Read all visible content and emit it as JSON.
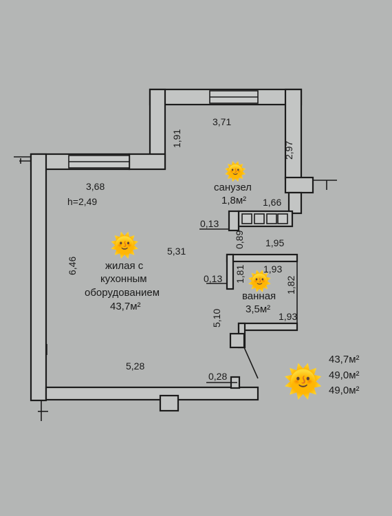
{
  "plan": {
    "dimensions": {
      "top_width": "3,71",
      "left_notch_h": "1,91",
      "right_upper_h": "2,97",
      "living_width_top": "3,68",
      "ceiling_height": "h=2,49",
      "bath_width_top": "1,66",
      "wall_013_a": "0,13",
      "wall_089": "0,89",
      "living_depth_mid": "5,31",
      "living_height": "6,46",
      "bath_width_mid": "1,95",
      "bath_width_193_top": "1,93",
      "wall_013_b": "0,13",
      "bath_h_181": "1,81",
      "bath_h_182": "1,82",
      "bath_width_193_bottom": "1,93",
      "corridor_510": "5,10",
      "living_width_bottom": "5,28",
      "wall_028": "0,28"
    },
    "rooms": {
      "toilet": {
        "name": "санузел",
        "area": "1,8м²"
      },
      "living": {
        "name_line1": "жилая с",
        "name_line2": "кухонным",
        "name_line3": "оборудованием",
        "area": "43,7м²"
      },
      "bathroom": {
        "name": "ванная",
        "area": "3,5м²"
      }
    },
    "totals": [
      "43,7м²",
      "49,0м²",
      "49,0м²"
    ],
    "emoji": "🌞"
  },
  "colors": {
    "paper": "#b4b6b5",
    "wall_fill": "#c3c5c4",
    "ink": "#1c1c1c"
  }
}
